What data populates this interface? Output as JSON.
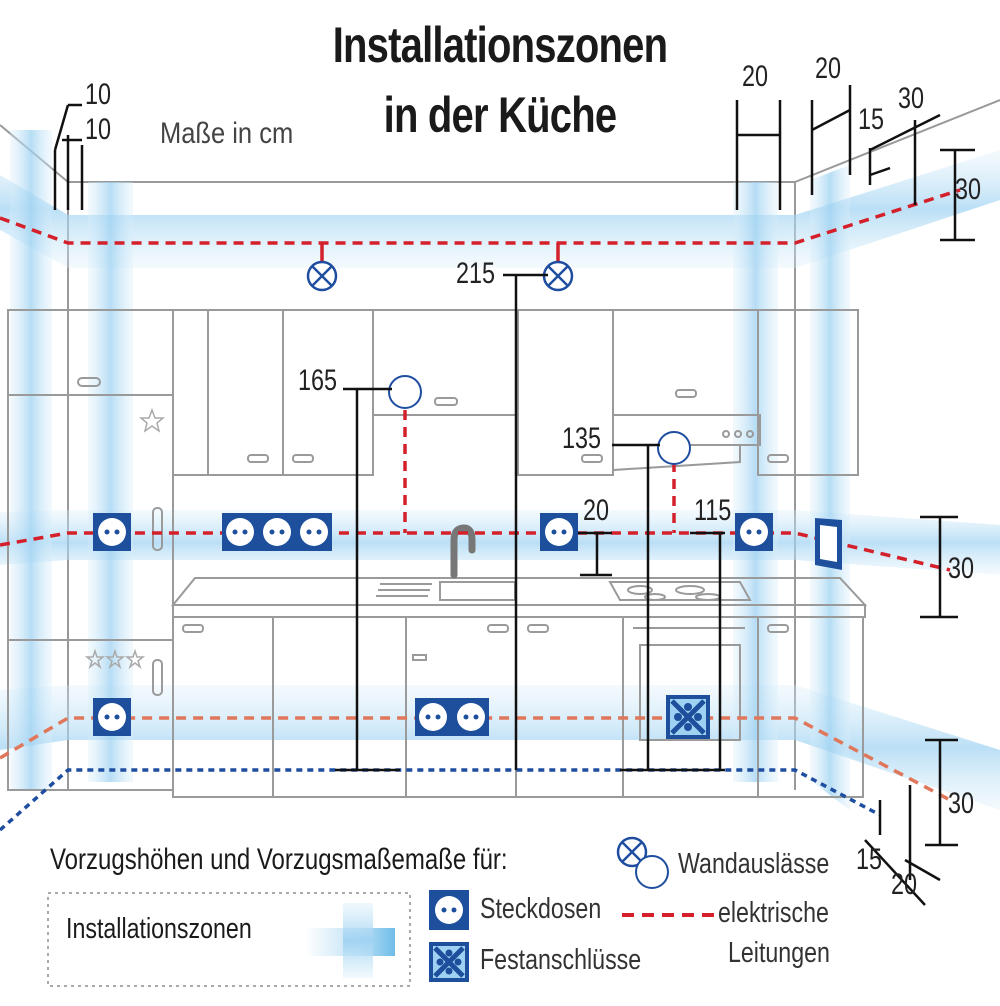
{
  "title": {
    "line1": "Installationszonen",
    "line2": "in der Küche"
  },
  "subtitle": "Maße in cm",
  "dimensions": {
    "left_top_a": "10",
    "left_top_b": "10",
    "top_right_a": "20",
    "top_right_b": "20",
    "top_right_c": "15",
    "top_right_d": "30",
    "right_top_zone": "30",
    "ceiling_outlet_height": "215",
    "wall_outlet_left_height": "165",
    "wall_outlet_right_height": "135",
    "socket_offset": "20",
    "socket_height": "115",
    "right_middle_zone": "30",
    "right_bottom_zone": "30",
    "floor_depth_a": "15",
    "floor_depth_b": "20"
  },
  "legend": {
    "heading": "Vorzugshöhen und Vorzugsmaßemaße für:",
    "zones_label": "Installationszonen",
    "sockets_label": "Steckdosen",
    "fixed_label": "Festanschlüsse",
    "outlets_label": "Wandauslässe",
    "wiring_label_1": "elektrische",
    "wiring_label_2": "Leitungen"
  },
  "colors": {
    "zone_blue": "#bfe1f5",
    "socket_blue": "#1d4f9c",
    "wiring_red": "#d4202a",
    "wiring_orange": "#e0765a",
    "floor_wiring_blue": "#1f4ea0",
    "line_gray": "#888888"
  },
  "icons": [
    "socket-icon",
    "fixed-connection-icon",
    "wall-outlet-icon",
    "fridge-star-icon"
  ]
}
